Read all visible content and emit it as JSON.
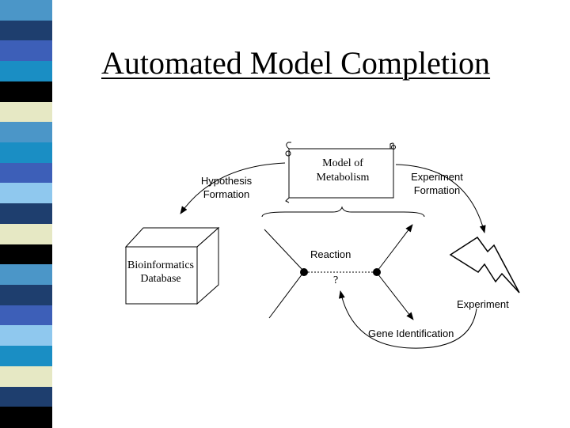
{
  "title": "Automated Model Completion",
  "stripe_colors": [
    "#4b96c8",
    "#1e3e6e",
    "#3d5fb8",
    "#1a8ec4",
    "#000000",
    "#e6e8c4",
    "#4b96c8",
    "#1a8ec4",
    "#3d5fb8",
    "#8fc8ee",
    "#1e3e6e",
    "#e6e8c4",
    "#000000",
    "#4b96c8",
    "#1e3e6e",
    "#3d5fb8",
    "#8fc8ee",
    "#1a8ec4",
    "#e6e8c4",
    "#1e3e6e",
    "#000000"
  ],
  "diagram": {
    "model_of_metabolism": [
      "Model of",
      "Metabolism"
    ],
    "hypothesis_formation": [
      "Hypothesis",
      "Formation"
    ],
    "experiment_formation": [
      "Experiment",
      "Formation"
    ],
    "bioinformatics_database": [
      "Bioinformatics",
      "Database"
    ],
    "reaction": "Reaction",
    "question": "?",
    "experiment": "Experiment",
    "gene_identification": "Gene Identification"
  }
}
